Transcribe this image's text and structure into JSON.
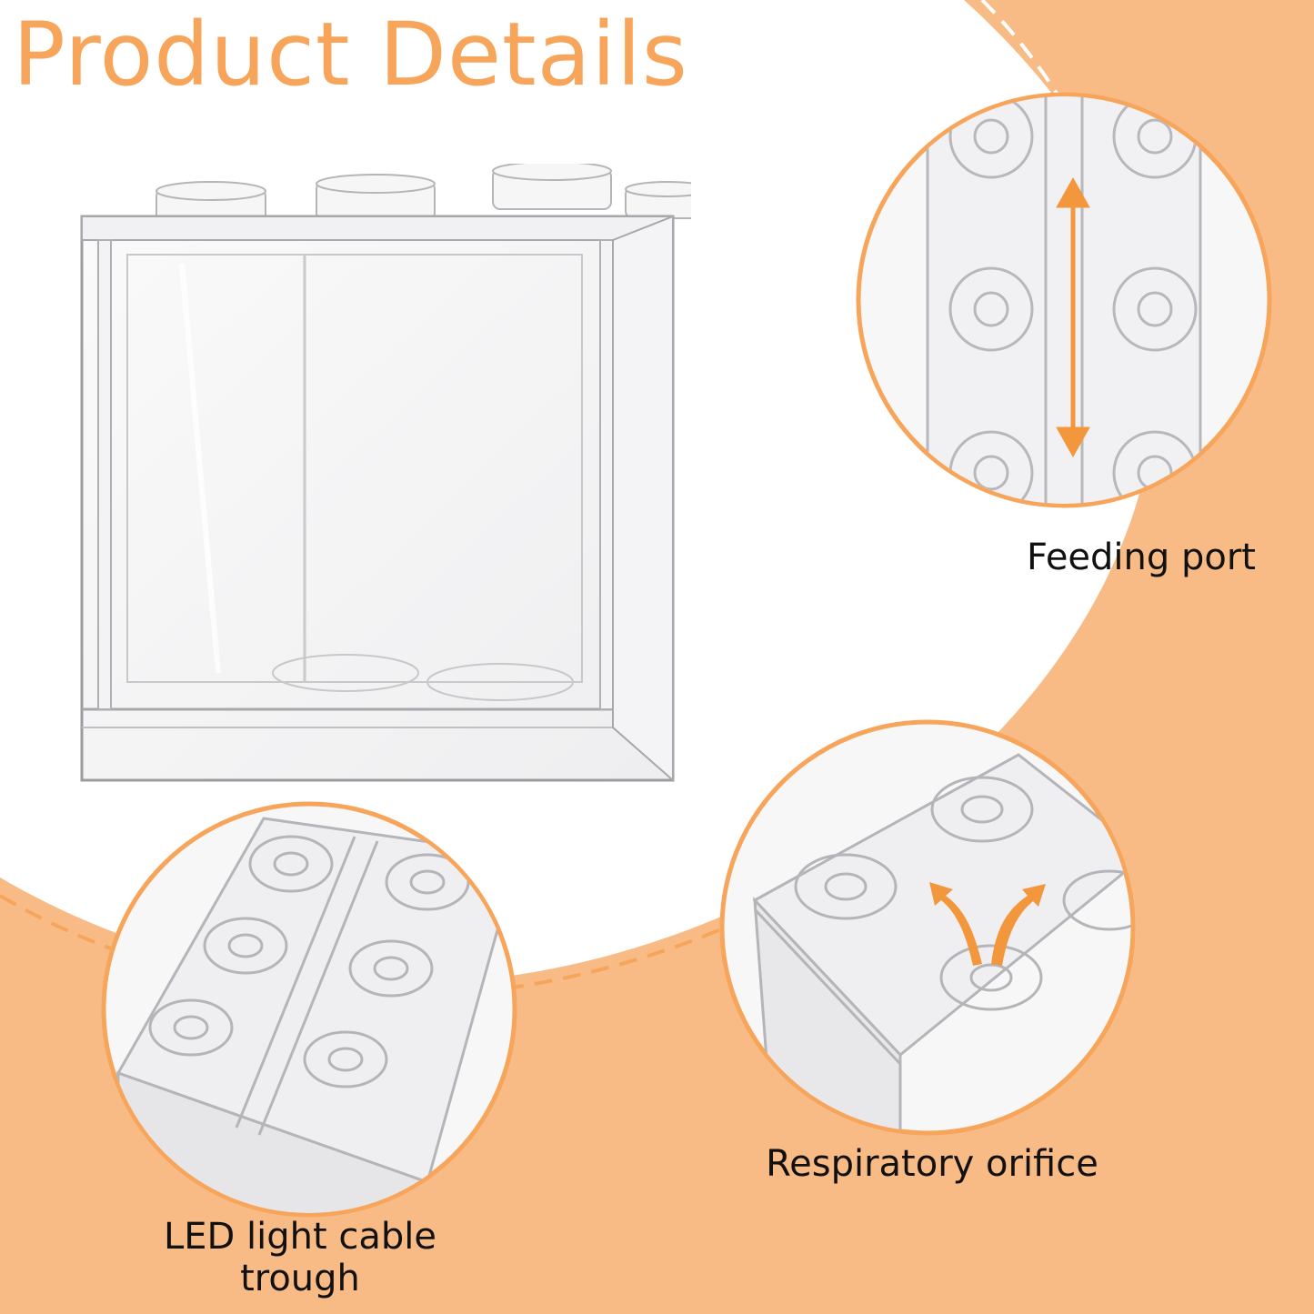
{
  "title": "Product Details",
  "callouts": {
    "feeding_port": "Feeding port",
    "respiratory_orifice": "Respiratory orifice",
    "led_line1": "LED light cable",
    "led_line2": "trough"
  },
  "colors": {
    "accent": "#f6a55b",
    "peach": "#f9bb86",
    "circle_border": "#f6a55b",
    "arrow": "#f3973c",
    "caption": "#111111"
  },
  "icons": {
    "feeding_arrow": "double-arrow-vertical-icon",
    "respiratory_arrows": "curved-arrows-out-icon"
  }
}
